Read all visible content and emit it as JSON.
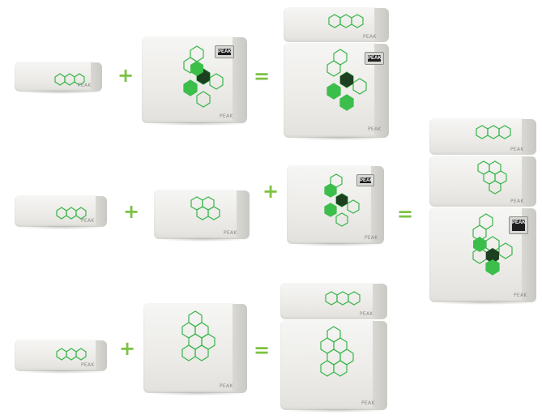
{
  "brand_label": "PEAK",
  "display_label": "PEAK",
  "colors": {
    "accent_green": "#7cc243",
    "hex_stroke": "#39b54a",
    "hex_fill_light": "#3bbf4a",
    "hex_fill_dark": "#1c4020",
    "chassis": "#ecebe8"
  },
  "icons": [
    "molecule-graphic",
    "peak-logo-icon",
    "display-screen"
  ],
  "operators": {
    "row1": [
      "+",
      "="
    ],
    "row2": [
      "+",
      "+",
      "="
    ],
    "row3": [
      "+",
      "="
    ]
  }
}
